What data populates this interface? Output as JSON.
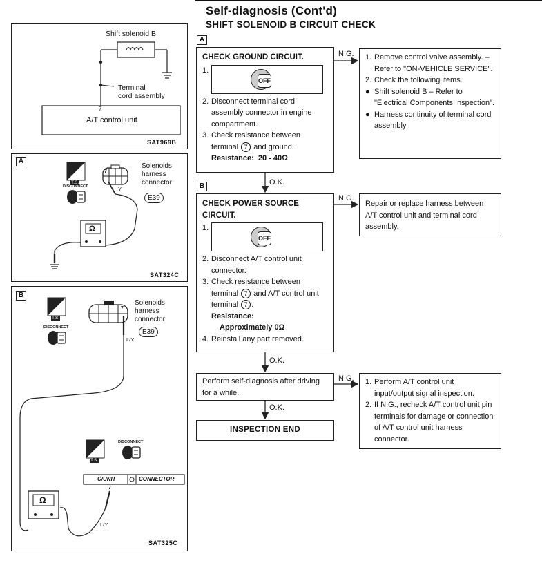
{
  "header": {
    "title": "Self-diagnosis (Cont'd)",
    "subtitle": "SHIFT SOLENOID B CIRCUIT CHECK"
  },
  "diagrams": {
    "top": {
      "solenoid_label": "Shift solenoid B",
      "terminal_label_1": "Terminal",
      "terminal_label_2": "cord assembly",
      "pin": "7",
      "unit_label": "A/T control unit",
      "code": "SAT969B"
    },
    "a": {
      "tag": "A",
      "connector_label_1": "Solenoids",
      "connector_label_2": "harness",
      "connector_label_3": "connector",
      "connector_id": "E39",
      "pin": "7",
      "wire": "Y",
      "ts": "T.S.",
      "disconnect": "DISCONNECT",
      "meter": "Ω",
      "code": "SAT324C"
    },
    "b": {
      "tag": "B",
      "connector_label_1": "Solenoids",
      "connector_label_2": "harness",
      "connector_label_3": "connector",
      "connector_id": "E39",
      "pin": "7",
      "wire": "L/Y",
      "ts": "T.S.",
      "disconnect": "DISCONNECT",
      "cunit": "C/UNIT",
      "connector_word": "CONNECTOR",
      "pin2": "7",
      "wire2": "L/Y",
      "meter": "Ω",
      "code": "SAT325C"
    }
  },
  "flow": {
    "tag_a": "A",
    "tag_b": "B",
    "step1": {
      "head": "CHECK GROUND CIRCUIT.",
      "n1": "1.",
      "key": "OFF",
      "n2": "2.",
      "t2": "Disconnect terminal cord assembly connector in engine compartment.",
      "n3": "3.",
      "t3a": "Check resistance between terminal",
      "pin": "7",
      "t3b": "and ground.",
      "res_label": "Resistance:",
      "res_value": "20 - 40Ω"
    },
    "ng1": "N.G.",
    "ng1_box": {
      "n1": "1.",
      "t1": "Remove control valve assembly. – Refer to \"ON-VEHICLE SERVICE\".",
      "n2": "2.",
      "t2": "Check the following items.",
      "b1": "Shift solenoid B – Refer to \"Electrical Components Inspection\".",
      "b2": "Harness continuity of terminal cord assembly"
    },
    "ok1": "O.K.",
    "step2": {
      "head": "CHECK POWER SOURCE CIRCUIT.",
      "n1": "1.",
      "key": "OFF",
      "n2": "2.",
      "t2": "Disconnect A/T control unit connector.",
      "n3": "3.",
      "t3a": "Check resistance between terminal",
      "pin_a": "7",
      "t3b": "and A/T control unit terminal",
      "pin_b": "7",
      "t3c": ".",
      "res_label": "Resistance:",
      "res_value": "Approximately 0Ω",
      "n4": "4.",
      "t4": "Reinstall any part removed."
    },
    "ng2": "N.G.",
    "ng2_box": "Repair or replace harness between A/T control unit and terminal cord assembly.",
    "ok2": "O.K.",
    "step3": "Perform self-diagnosis after driving for a while.",
    "ng3": "N.G.",
    "ng3_box": {
      "n1": "1.",
      "t1": "Perform A/T control unit input/output signal inspection.",
      "n2": "2.",
      "t2": "If N.G., recheck A/T control unit pin terminals for damage or connection of A/T control unit harness connector."
    },
    "ok3": "O.K.",
    "end": "INSPECTION END"
  }
}
